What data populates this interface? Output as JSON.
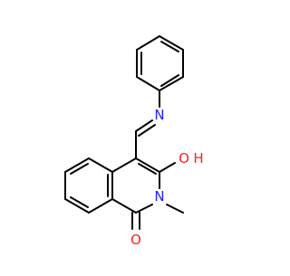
{
  "molecule": {
    "atom_labels": {
      "n_imine": "N",
      "o_hydroxyl": "O",
      "h_hydroxyl": "H",
      "n_ring": "N",
      "o_carbonyl": "O"
    }
  },
  "colors": {
    "bond": "#000000",
    "nitrogen": "#2020ff",
    "oxygen": "#ff2020"
  }
}
